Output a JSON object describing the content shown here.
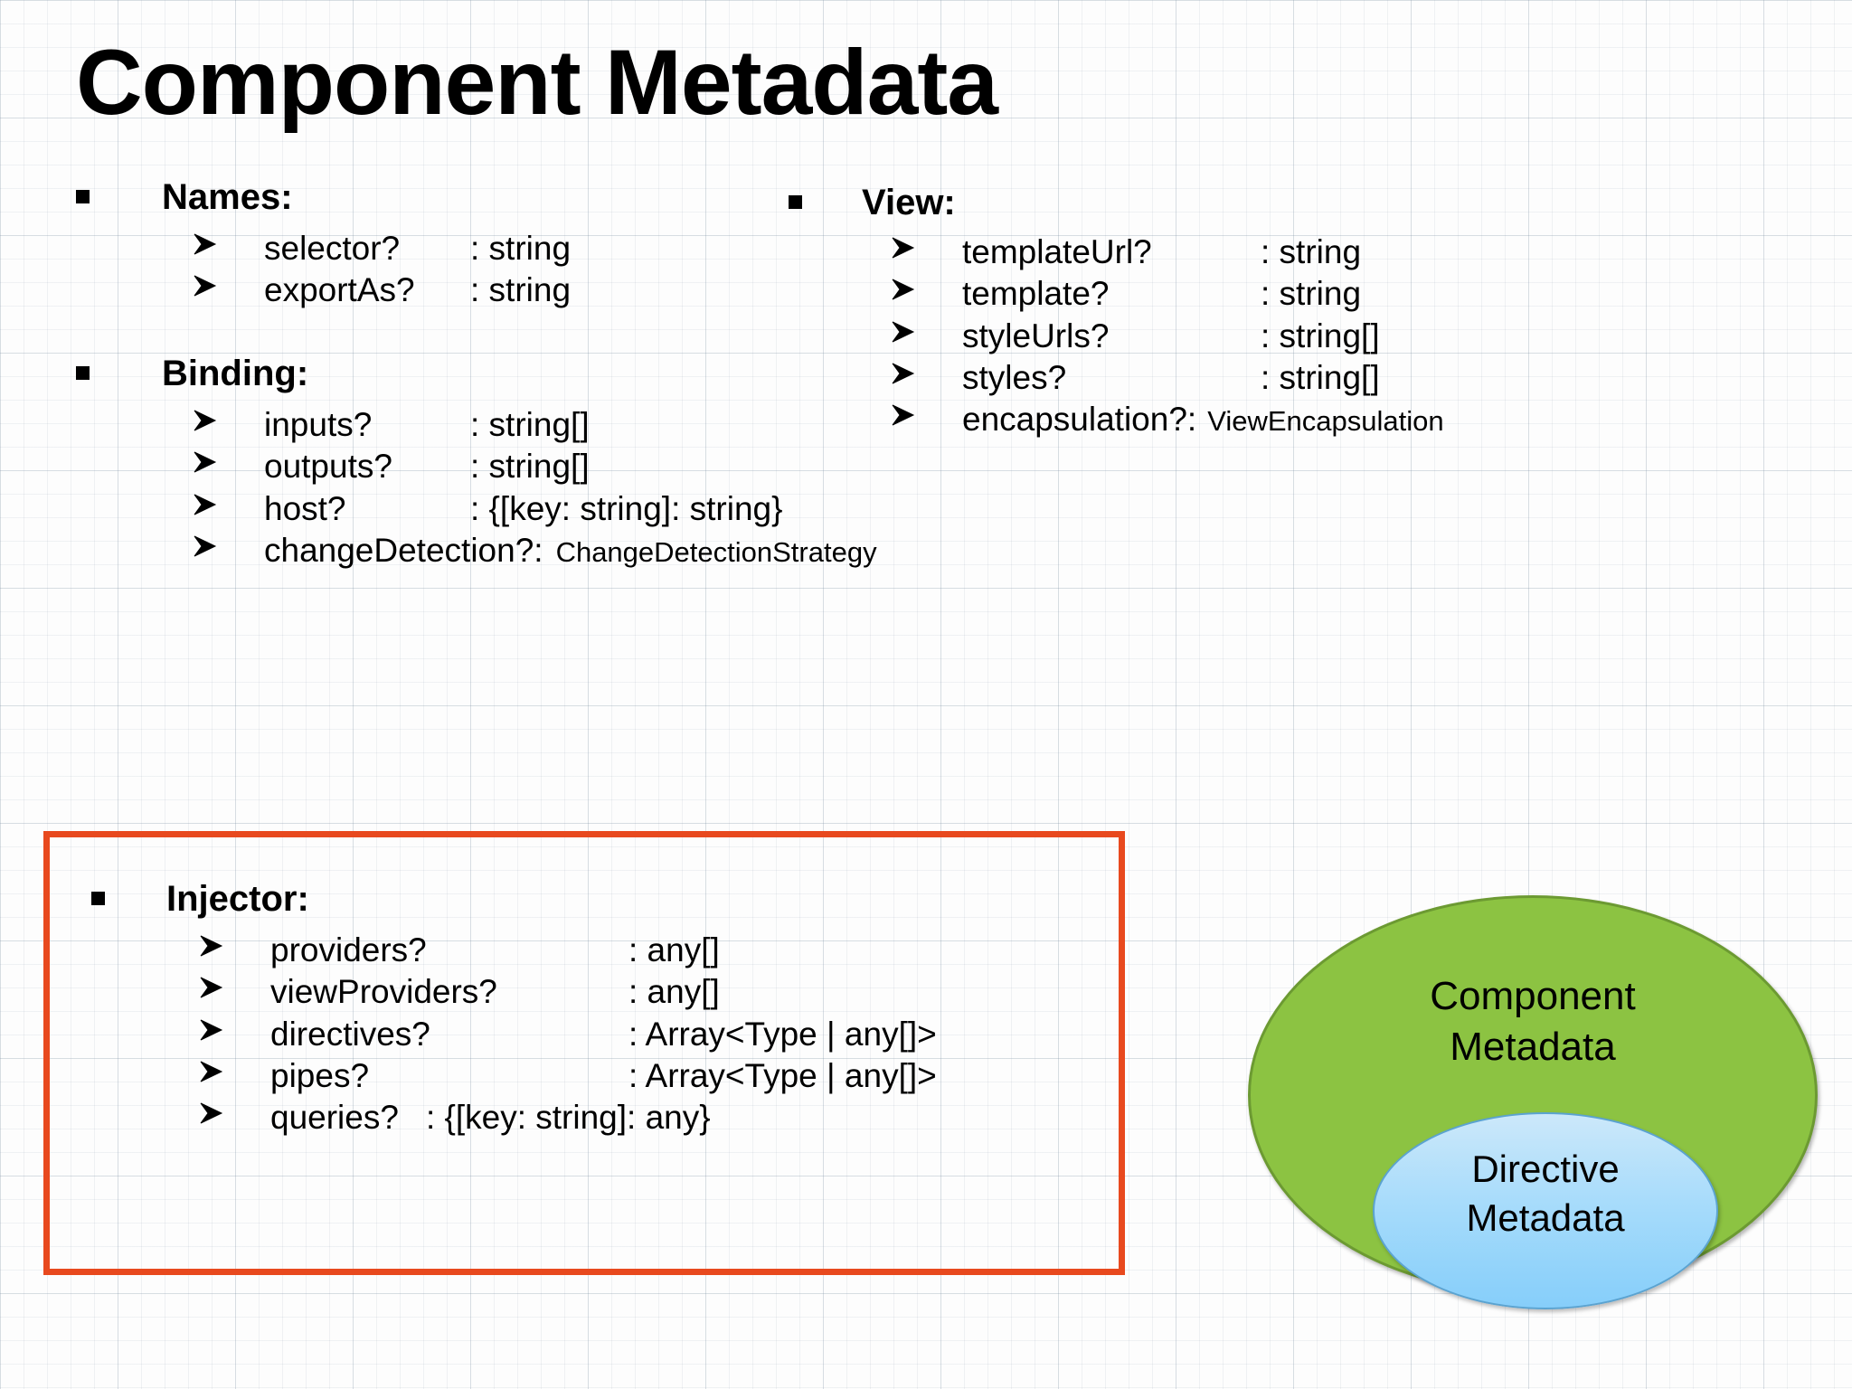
{
  "slide": {
    "title": "Component Metadata",
    "bullet_glyph": "square-bullet",
    "sub_bullet_glyph": "arrowhead-bullet"
  },
  "sections": {
    "names": {
      "title": "Names:",
      "items": [
        {
          "name": "selector?",
          "type": ": string"
        },
        {
          "name": "exportAs?",
          "type": ": string"
        }
      ]
    },
    "binding": {
      "title": "Binding:",
      "items": [
        {
          "name": "inputs?",
          "type": ": string[]"
        },
        {
          "name": "outputs?",
          "type": ": string[]"
        },
        {
          "name": "host?",
          "type": ": {[key: string]: string}"
        },
        {
          "name": "changeDetection?:",
          "type": "ChangeDetectionStrategy",
          "small": true
        }
      ]
    },
    "view": {
      "title": "View:",
      "items": [
        {
          "name": "templateUrl?",
          "type": ": string"
        },
        {
          "name": "template?",
          "type": ": string"
        },
        {
          "name": "styleUrls?",
          "type": ": string[]"
        },
        {
          "name": "styles?",
          "type": ": string[]"
        },
        {
          "name": "encapsulation?:",
          "type": "ViewEncapsulation",
          "small": true
        }
      ]
    },
    "injector": {
      "title": "Injector:",
      "items": [
        {
          "name": "providers?",
          "type": ": any[]"
        },
        {
          "name": "viewProviders?",
          "type": ": any[]"
        },
        {
          "name": "directives?",
          "type": ": Array<Type | any[]>"
        },
        {
          "name": "pipes?",
          "type": ": Array<Type | any[]>"
        },
        {
          "name": "queries?",
          "type": ": {[key: string]: any}"
        }
      ]
    }
  },
  "venn": {
    "outer_label": "Component\nMetadata",
    "outer_label_line1": "Component",
    "outer_label_line2": "Metadata",
    "inner_label_line1": "Directive",
    "inner_label_line2": "Metadata"
  },
  "colors": {
    "highlight_box_border": "#E8491E",
    "outer_ellipse_fill": "#8CC342",
    "outer_ellipse_stroke": "#6C9A32",
    "inner_ellipse_fill": "#A8DCFB",
    "inner_ellipse_stroke": "#5BA3D0",
    "text": "#000000"
  }
}
